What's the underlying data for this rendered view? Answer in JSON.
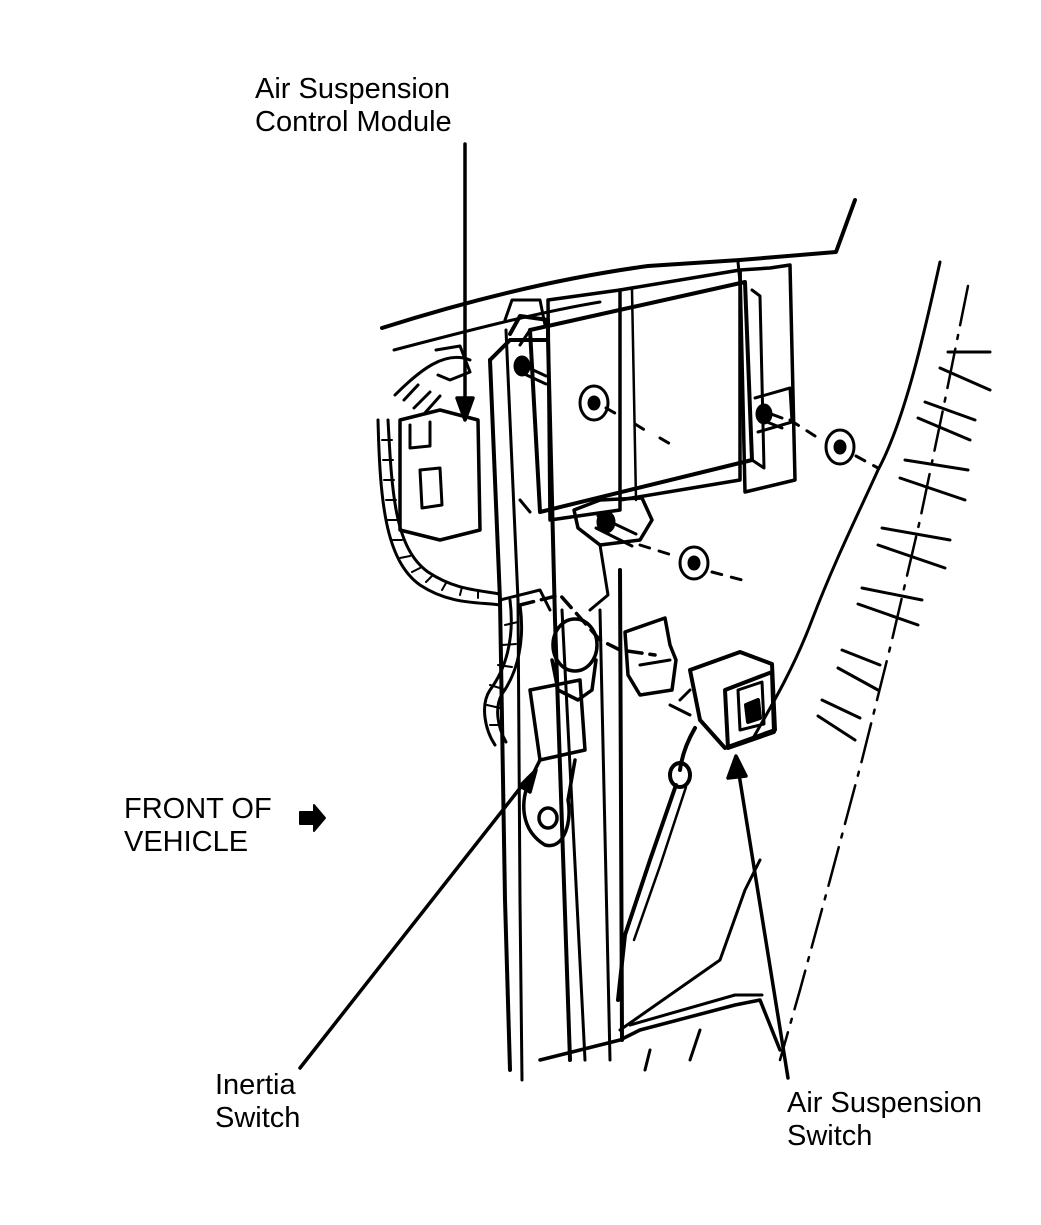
{
  "labels": {
    "control_module": {
      "line1": "Air Suspension",
      "line2": "Control Module"
    },
    "front_of_vehicle": {
      "line1": "FRONT OF",
      "line2": "VEHICLE"
    },
    "inertia_switch": {
      "line1": "Inertia",
      "line2": "Switch"
    },
    "air_suspension_switch": {
      "line1": "Air Suspension",
      "line2": "Switch"
    }
  },
  "colors": {
    "ink": "#000000",
    "paper": "#ffffff"
  }
}
